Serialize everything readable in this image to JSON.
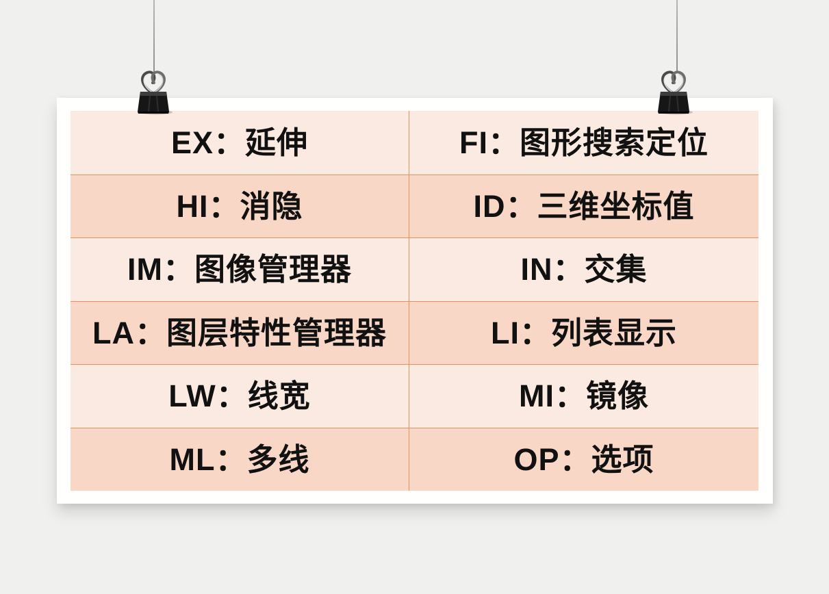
{
  "theme": {
    "bg": "#f0f0ee",
    "card": "#fffffe",
    "row_light": "#fbeae1",
    "row_dark": "#f8d7c7",
    "grid": "#e5915c",
    "text": "#111111",
    "string": "#8f8f8f"
  },
  "table": {
    "columns": 2,
    "rows": 6,
    "cells": [
      [
        "EX：延伸",
        "FI：图形搜索定位"
      ],
      [
        "HI：消隐",
        "ID：三维坐标值"
      ],
      [
        "IM：图像管理器",
        "IN：交集"
      ],
      [
        "LA：图层特性管理器",
        "LI：列表显示"
      ],
      [
        "LW：线宽",
        "MI：镜像"
      ],
      [
        "ML：多线",
        "OP：选项"
      ]
    ]
  }
}
